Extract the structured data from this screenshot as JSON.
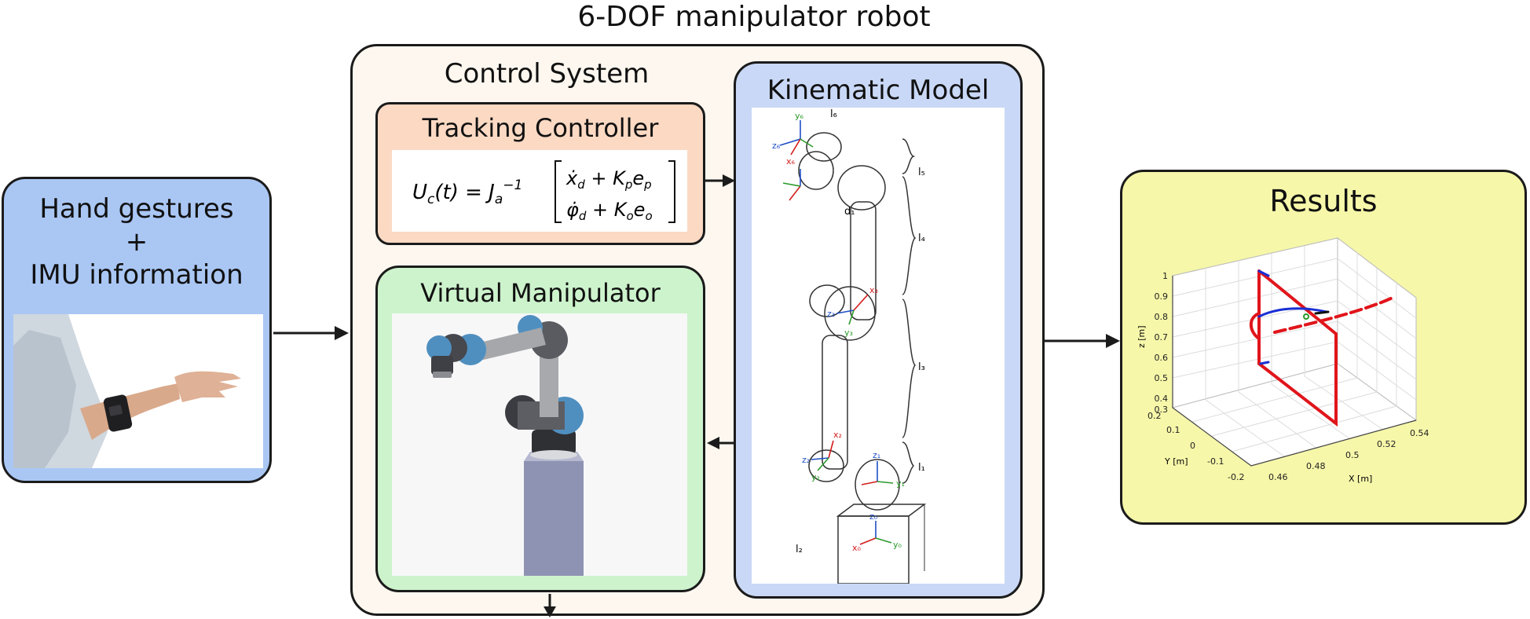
{
  "main_title": "6-DOF manipulator robot",
  "input": {
    "line1": "Hand gestures",
    "line2": "+",
    "line3": "IMU information",
    "image_alt": "arm with IMU armband"
  },
  "control_system": {
    "title": "Control System",
    "tracking_controller": {
      "title": "Tracking Controller",
      "equation_lhs": "U_c(t) = J_a^{-1}",
      "row1": "ẋ_d + K_p e_p",
      "row2": "φ̇_d + K_o e_o"
    },
    "virtual_manipulator": {
      "title": "Virtual Manipulator"
    }
  },
  "kinematic_model": {
    "title": "Kinematic Model",
    "link_labels": [
      "l6",
      "l5",
      "l4",
      "l3",
      "l1",
      "l2",
      "d1"
    ]
  },
  "results": {
    "title": "Results",
    "z_label": "z [m]",
    "y_label": "Y [m]",
    "x_label": "X [m]",
    "z_ticks": [
      "1",
      "0.9",
      "0.8",
      "0.7",
      "0.6",
      "0.5",
      "0.4",
      "0.3"
    ],
    "y_ticks": [
      "0.2",
      "0.1",
      "0",
      "-0.1",
      "-0.2"
    ],
    "x_ticks": [
      "0.46",
      "0.48",
      "0.5",
      "0.52",
      "0.54"
    ]
  },
  "colors": {
    "input_bg": "#aac7f4",
    "control_bg": "#fdf7ef",
    "tracking_bg": "#fbd9c3",
    "virtual_bg": "#cdf3cc",
    "kinematic_bg": "#c9d8f6",
    "results_bg": "#f6f7a9",
    "trajectory_red": "#e0151b",
    "trajectory_blue": "#1a2fd4"
  }
}
